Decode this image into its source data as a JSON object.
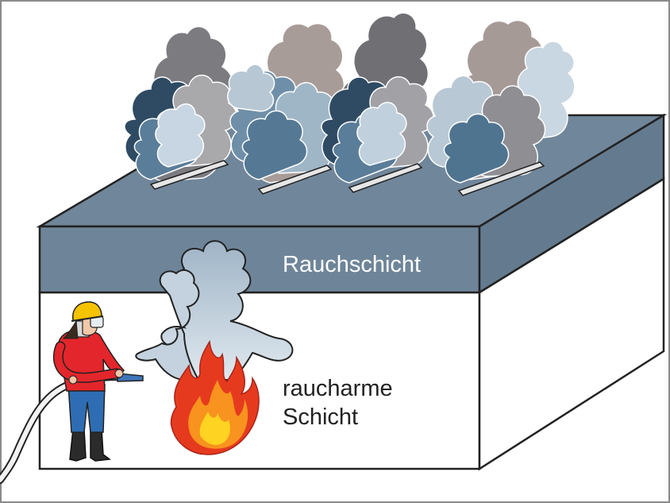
{
  "labels": {
    "smoke_layer": "Rauchschicht",
    "low_smoke_line1": "raucharme",
    "low_smoke_line2": "Schicht"
  },
  "colors": {
    "layer_top": "#70869a",
    "layer_front": "#6e8599",
    "layer_side": "#647b8f",
    "outline": "#222222",
    "helmet": "#f6c300",
    "jacket": "#e3262b",
    "trousers": "#2e6db3",
    "flame_outer": "#e63a1e",
    "flame_inner": "#ffd321"
  },
  "icons": {
    "firefighter": "firefighter-icon",
    "fire": "fire-icon",
    "roof_vents": "smoke-vent-icon"
  }
}
